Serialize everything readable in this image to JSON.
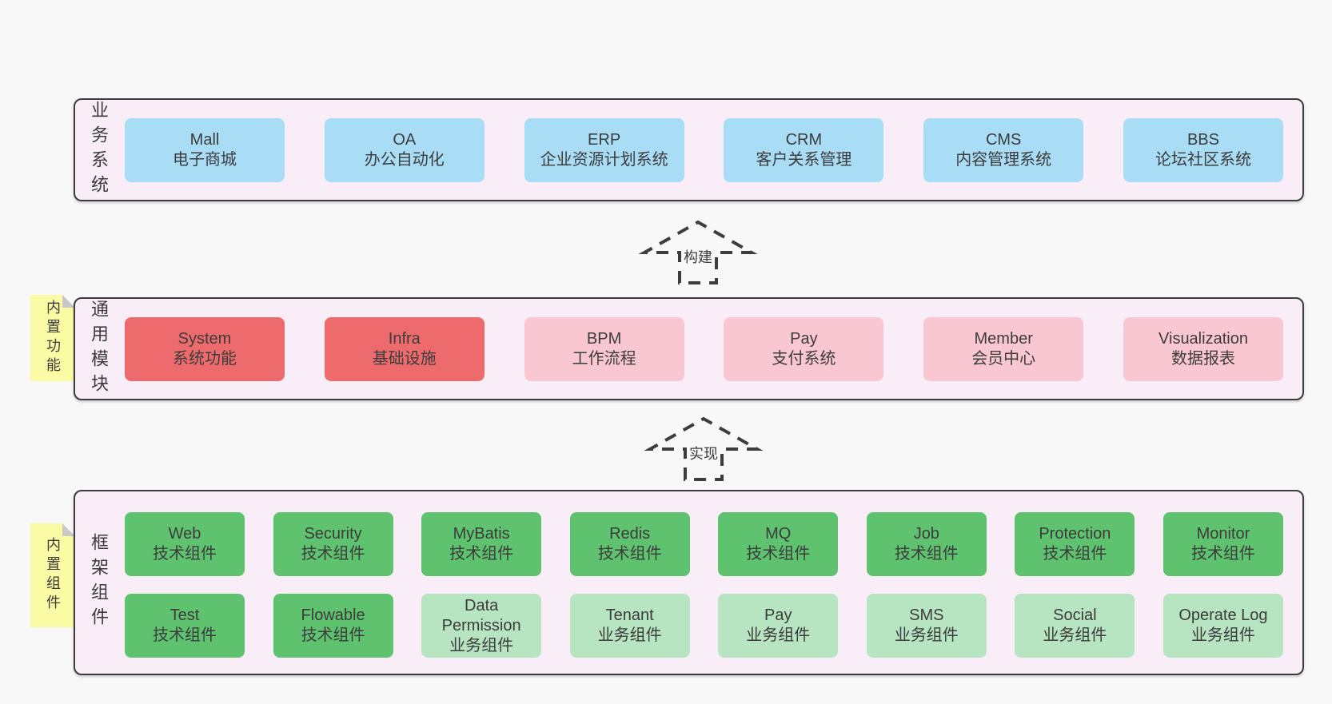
{
  "colors": {
    "page_bg": "#f8f8f8",
    "container_bg": "#f9eef7",
    "container_border": "#3d3d3d",
    "text": "#3c3c3c",
    "blue": "#a9dcf5",
    "red": "#ee6b6d",
    "pink": "#f9c7d1",
    "green": "#5ec26e",
    "green_light": "#b7e4c1",
    "note_bg": "#fbfaa5",
    "note_fold": "#c8c8c8"
  },
  "arrows": [
    {
      "label": "构建"
    },
    {
      "label": "实现"
    }
  ],
  "layers": [
    {
      "label": "业务系统",
      "boxes": [
        {
          "en": "Mall",
          "zh": "电子商城",
          "type": "blue"
        },
        {
          "en": "OA",
          "zh": "办公自动化",
          "type": "blue"
        },
        {
          "en": "ERP",
          "zh": "企业资源计划系统",
          "type": "blue"
        },
        {
          "en": "CRM",
          "zh": "客户关系管理",
          "type": "blue"
        },
        {
          "en": "CMS",
          "zh": "内容管理系统",
          "type": "blue"
        },
        {
          "en": "BBS",
          "zh": "论坛社区系统",
          "type": "blue"
        }
      ]
    },
    {
      "label": "通用模块",
      "note": "内置功能",
      "boxes": [
        {
          "en": "System",
          "zh": "系统功能",
          "type": "red"
        },
        {
          "en": "Infra",
          "zh": "基础设施",
          "type": "red"
        },
        {
          "en": "BPM",
          "zh": "工作流程",
          "type": "pink"
        },
        {
          "en": "Pay",
          "zh": "支付系统",
          "type": "pink"
        },
        {
          "en": "Member",
          "zh": "会员中心",
          "type": "pink"
        },
        {
          "en": "Visualization",
          "zh": "数据报表",
          "type": "pink"
        }
      ]
    },
    {
      "label": "框架组件",
      "note": "内置组件",
      "rows": [
        [
          {
            "en": "Web",
            "zh": "技术组件",
            "type": "green"
          },
          {
            "en": "Security",
            "zh": "技术组件",
            "type": "green"
          },
          {
            "en": "MyBatis",
            "zh": "技术组件",
            "type": "green"
          },
          {
            "en": "Redis",
            "zh": "技术组件",
            "type": "green"
          },
          {
            "en": "MQ",
            "zh": "技术组件",
            "type": "green"
          },
          {
            "en": "Job",
            "zh": "技术组件",
            "type": "green"
          },
          {
            "en": "Protection",
            "zh": "技术组件",
            "type": "green"
          },
          {
            "en": "Monitor",
            "zh": "技术组件",
            "type": "green"
          }
        ],
        [
          {
            "en": "Test",
            "zh": "技术组件",
            "type": "green"
          },
          {
            "en": "Flowable",
            "zh": "技术组件",
            "type": "green"
          },
          {
            "en": "Data Permission",
            "zh": "业务组件",
            "type": "green_light"
          },
          {
            "en": "Tenant",
            "zh": "业务组件",
            "type": "green_light"
          },
          {
            "en": "Pay",
            "zh": "业务组件",
            "type": "green_light"
          },
          {
            "en": "SMS",
            "zh": "业务组件",
            "type": "green_light"
          },
          {
            "en": "Social",
            "zh": "业务组件",
            "type": "green_light"
          },
          {
            "en": "Operate Log",
            "zh": "业务组件",
            "type": "green_light"
          }
        ]
      ]
    }
  ]
}
